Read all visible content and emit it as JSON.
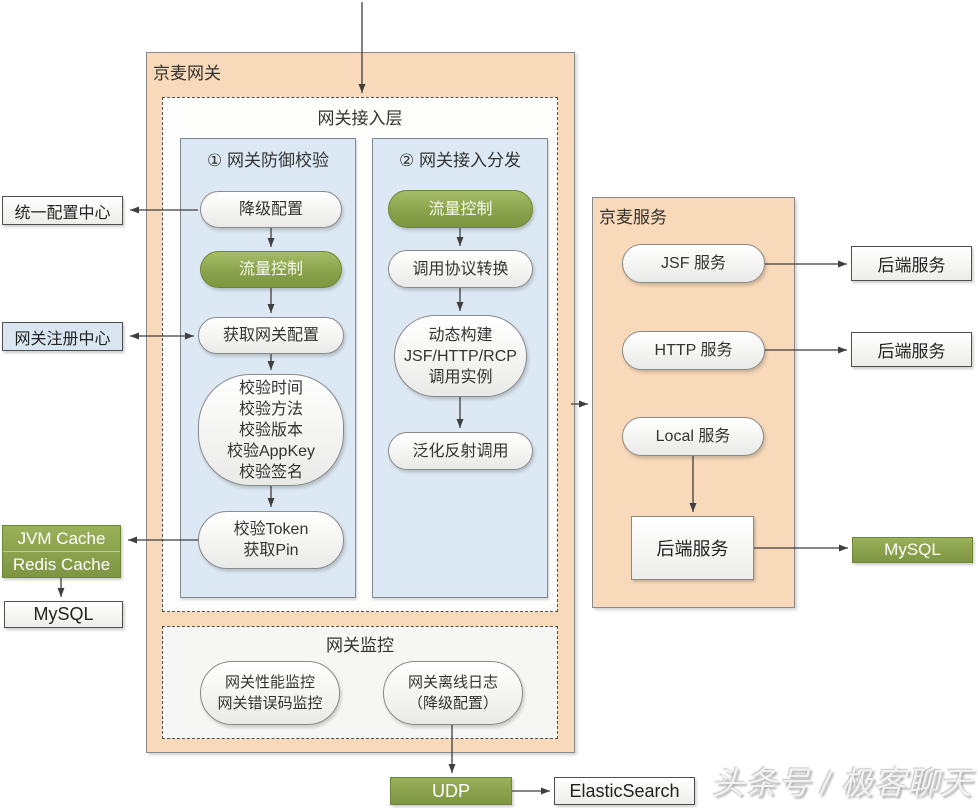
{
  "watermark": "头条号 / 极客聊天",
  "gateway": {
    "title": "京麦网关",
    "access_layer": {
      "title": "网关接入层",
      "defense_panel": {
        "title": "① 网关防御校验",
        "nodes": {
          "degrade": "降级配置",
          "flow_control": "流量控制",
          "fetch_config": "获取网关配置",
          "checks": "校验时间\n校验方法\n校验版本\n校验AppKey\n校验签名",
          "token": "校验Token\n获取Pin"
        }
      },
      "dispatch_panel": {
        "title": "② 网关接入分发",
        "nodes": {
          "flow_control": "流量控制",
          "protocol_convert": "调用协议转换",
          "dynamic_build": "动态构建\nJSF/HTTP/RCP\n调用实例",
          "generic_invoke": "泛化反射调用"
        }
      }
    },
    "monitor": {
      "title": "网关监控",
      "nodes": {
        "perf": "网关性能监控\n网关错误码监控",
        "offline_log": "网关离线日志\n（降级配置）"
      }
    }
  },
  "left_column": {
    "config_center": "统一配置中心",
    "registry_center": "网关注册中心",
    "jvm_cache": "JVM Cache",
    "redis_cache": "Redis Cache",
    "mysql": "MySQL"
  },
  "services": {
    "title": "京麦服务",
    "jsf": "JSF 服务",
    "http": "HTTP 服务",
    "local": "Local 服务",
    "backend": "后端服务"
  },
  "right_column": {
    "backend_jsf": "后端服务",
    "backend_http": "后端服务",
    "mysql": "MySQL"
  },
  "pipeline": {
    "udp": "UDP",
    "elasticsearch": "ElasticSearch"
  },
  "colors": {
    "container_orange": "#f8d9b9",
    "panel_blue": "#dce9f4",
    "node_green": "#7d9741",
    "arrow": "#3f3f3f"
  }
}
